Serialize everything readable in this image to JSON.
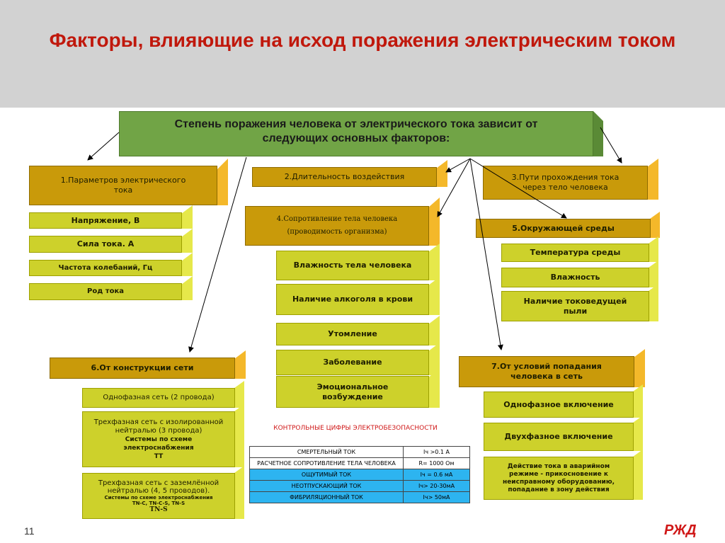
{
  "title": "Факторы, влияющие на исход поражения электрическим током",
  "main_box": "Степень поражения человека от электрического тока зависит от следующих основных факторов:",
  "group1": {
    "header": "1.Параметров электрического тока",
    "items": [
      "Напряжение, В",
      "Сила тока. А",
      "Частота колебаний, Гц",
      "Род тока"
    ]
  },
  "group2": {
    "header": "2.Длительность воздействия"
  },
  "group3": {
    "header": "3.Пути прохождения тока через тело человека"
  },
  "group4": {
    "header": "4.Сопротивление тела человека (проводимость организма)",
    "items": [
      "Влажность тела человека",
      "Наличие алкоголя в крови",
      "Утомление",
      "Заболевание",
      "Эмоциональное возбуждение"
    ]
  },
  "group5": {
    "header": "5.Окружающей среды",
    "items": [
      "Температура среды",
      "Влажность",
      "Наличие токоведущей пыли"
    ]
  },
  "group6": {
    "header": "6.От конструкции сети",
    "items": [
      "Однофазная сеть (2 провода)",
      "Трехфазная сеть с изолированной нейтралью (3 провода)",
      "Системы по схеме электроснабжения",
      "TT",
      "Трехфазная сеть с заземлённой нейтралью (4, 5 проводов).",
      "Системы по схеме электроснабжения",
      "TN-C, TN-C-S, TN-S",
      "TN-S"
    ]
  },
  "group7": {
    "header": "7.От условий попадания человека в сеть",
    "items": [
      "Однофазное включение",
      "Двухфазное включение",
      "Действие тока в аварийном режиме - прикосновение к неисправному оборудованию, попадание в зону действия"
    ]
  },
  "control": {
    "title": "КОНТРОЛЬНЫЕ ЦИФРЫ ЭЛЕКТРОБЕЗОПАСНОСТИ",
    "rows": [
      {
        "name": "СМЕРТЕЛЬНЫЙ ТОК",
        "value": "Iч >0.1 А"
      },
      {
        "name": "РАСЧЕТНОЕ СОПРОТИВЛЕНИЕ ТЕЛА ЧЕЛОВЕКА",
        "value": "R= 1000 Ом"
      },
      {
        "name": "ОЩУТИМЫЙ ТОК",
        "value": "Iч = 0.6 мА"
      },
      {
        "name": "НЕОТПУСКАЮЩИЙ ТОК",
        "value": "Iч> 20-30мА"
      },
      {
        "name": "ФИБРИЛЯЦИОННЫЙ ТОК",
        "value": "Iч> 50мА"
      }
    ]
  },
  "page_number": "11",
  "logo_text": "РЖД",
  "colors": {
    "title": "#c0180c",
    "header_box": "#c99a0a",
    "item_box": "#cdd12b",
    "main_box": "#71a446",
    "table_highlight": "#2db4f0"
  }
}
